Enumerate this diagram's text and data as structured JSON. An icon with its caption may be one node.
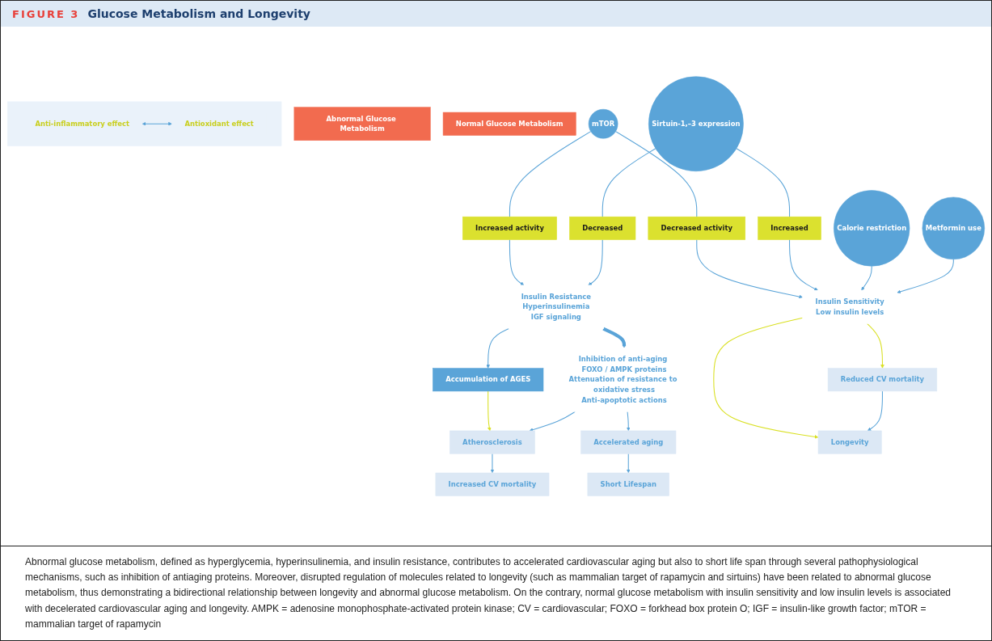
{
  "diagram": {
    "title": "Glucose Metabolism and Longevity",
    "nodes": [
      {
        "text": [
          "Abnormal Glucose Metabolism"
        ]
      },
      {
        "text": [
          "Normal Glucose Metabolism"
        ]
      },
      {
        "text": [
          "Increased activity"
        ]
      },
      {
        "text": [
          "mTOR"
        ]
      },
      {
        "text": [
          "Decreased activity"
        ]
      },
      {
        "text": [
          "Insulin Resistance",
          "Hyperinsulinemia",
          "IGF signaling"
        ]
      },
      {
        "text": [
          "Insulin Sensitivity",
          "Low insulin levels"
        ]
      },
      {
        "text": [
          "Accumulation of AGES"
        ]
      },
      {
        "text": [
          "Decreased"
        ]
      },
      {
        "text": [
          "Sirtuin-1,–3 expression"
        ]
      },
      {
        "text": [
          "Increased"
        ]
      },
      {
        "text": [],
        "shape": "box"
      },
      {
        "text": [
          "Anti-inflammatory effect"
        ],
        "in": 11
      },
      {
        "text": [
          "Antioxidant effect"
        ],
        "in": 11
      },
      {
        "text": [
          "Inhibition of anti-aging FOXO / AMPK proteins",
          "Attenuation of resistance to oxidative stress",
          "Anti-apoptotic actions"
        ]
      },
      {
        "text": [
          "Calorie restriction"
        ]
      },
      {
        "text": [
          "Atherosclerosis"
        ]
      },
      {
        "text": [
          "Accelerated aging"
        ]
      },
      {
        "text": [
          "Metformin use"
        ]
      },
      {
        "text": [
          "Longevity"
        ]
      },
      {
        "text": [
          "Reduced CV mortality"
        ]
      },
      {
        "text": [
          "Increased CV mortality"
        ]
      },
      {
        "text": [
          "Short Lifespan"
        ]
      }
    ],
    "edges": [
      {
        "from": 3,
        "to": 2,
        "arrow": "none"
      },
      {
        "from": 3,
        "to": 4,
        "arrow": "none"
      },
      {
        "from": 9,
        "to": 8,
        "arrow": "none"
      },
      {
        "from": 9,
        "to": 10,
        "arrow": "none"
      },
      {
        "from": 2,
        "to": 5,
        "arrow": "to"
      },
      {
        "from": 8,
        "to": 5,
        "arrow": "to"
      },
      {
        "from": 4,
        "to": 6,
        "arrow": "to"
      },
      {
        "from": 10,
        "to": 6,
        "arrow": "to"
      },
      {
        "from": 15,
        "to": 6,
        "arrow": "to"
      },
      {
        "from": 18,
        "to": 6,
        "arrow": "to"
      },
      {
        "from": 5,
        "to": 7,
        "arrow": "to"
      },
      {
        "from": 5,
        "to": 14,
        "arrow": "to",
        "style": "thick"
      },
      {
        "from": 7,
        "to": 16,
        "arrow": "to",
        "color": "#d9e021"
      },
      {
        "from": 14,
        "to": 16,
        "arrow": "to"
      },
      {
        "from": 14,
        "to": 17,
        "arrow": "to"
      },
      {
        "from": 16,
        "to": 21,
        "arrow": "to"
      },
      {
        "from": 17,
        "to": 22,
        "arrow": "to"
      },
      {
        "from": 6,
        "to": 19,
        "arrow": "to",
        "color": "#d9e021"
      },
      {
        "from": 6,
        "to": 20,
        "arrow": "to",
        "color": "#d9e021"
      },
      {
        "from": 20,
        "to": 19,
        "arrow": "to"
      },
      {
        "from": 12,
        "to": 13,
        "arrow": "both"
      }
    ],
    "labels": [
      "FIGURE 3"
    ],
    "caption": "Abnormal glucose metabolism, defined as hyperglycemia, hyperinsulinemia, and insulin resistance, contributes to accelerated cardiovascular aging but also to short life span through several pathophysiological mechanisms, such as inhibition of antiaging proteins. Moreover, disrupted regulation of molecules related to longevity (such as mammalian target of rapamycin and sirtuins) have been related to abnormal glucose metabolism, thus demonstrating a bidirectional relationship between longevity and abnormal glucose metabolism. On the contrary, normal glucose metabolism with insulin sensitivity and low insulin levels is associated with decelerated cardiovascular aging and longevity. AMPK = adenosine monophosphate-activated protein kinase; CV = cardiovascular; FOXO = forkhead box protein O; IGF = insulin-like growth factor; mTOR = mammalian target of rapamycin"
  }
}
